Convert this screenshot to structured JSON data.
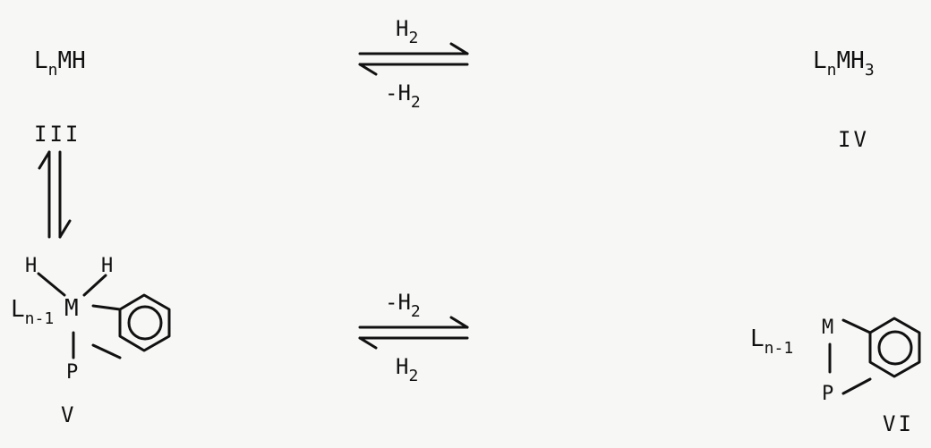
{
  "compounds": {
    "iii": {
      "formula": {
        "l": "L",
        "n": "n",
        "rest": "MH"
      },
      "number": "III"
    },
    "iv": {
      "formula": {
        "l": "L",
        "n": "n",
        "mh": "MH",
        "three": "3"
      },
      "number": "IV"
    },
    "v": {
      "h_left": "H",
      "h_right": "H",
      "ligand": {
        "l": "L",
        "sub": "n-1"
      },
      "metal": "M",
      "phosphorus": "P",
      "number": "V"
    },
    "vi": {
      "ligand": {
        "l": "L",
        "sub": "n-1"
      },
      "metal": "M",
      "phosphorus": "P",
      "number": "VI"
    }
  },
  "arrows": {
    "top": {
      "above": {
        "h": "H",
        "two": "2"
      },
      "below": {
        "minus": "-H",
        "two": "2"
      }
    },
    "bottom": {
      "above": {
        "minus": "-H",
        "two": "2"
      },
      "below": {
        "h": "H",
        "two": "2"
      }
    }
  }
}
